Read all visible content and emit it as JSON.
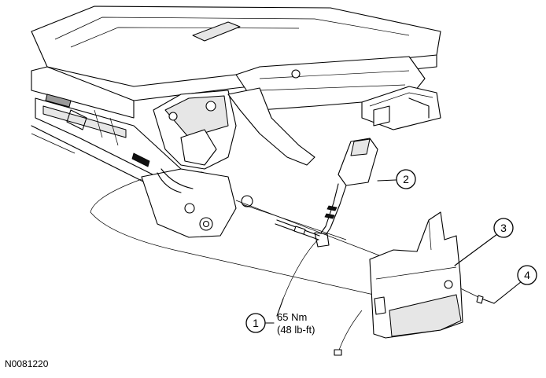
{
  "callouts": [
    {
      "number": "1",
      "text_line1": "65 Nm",
      "text_line2": "(48 lb-ft)"
    },
    {
      "number": "2"
    },
    {
      "number": "3"
    },
    {
      "number": "4"
    }
  ],
  "figure_id": "N0081220",
  "colors": {
    "line": "#000000",
    "background": "#ffffff",
    "shade": "#e6e6e6"
  }
}
